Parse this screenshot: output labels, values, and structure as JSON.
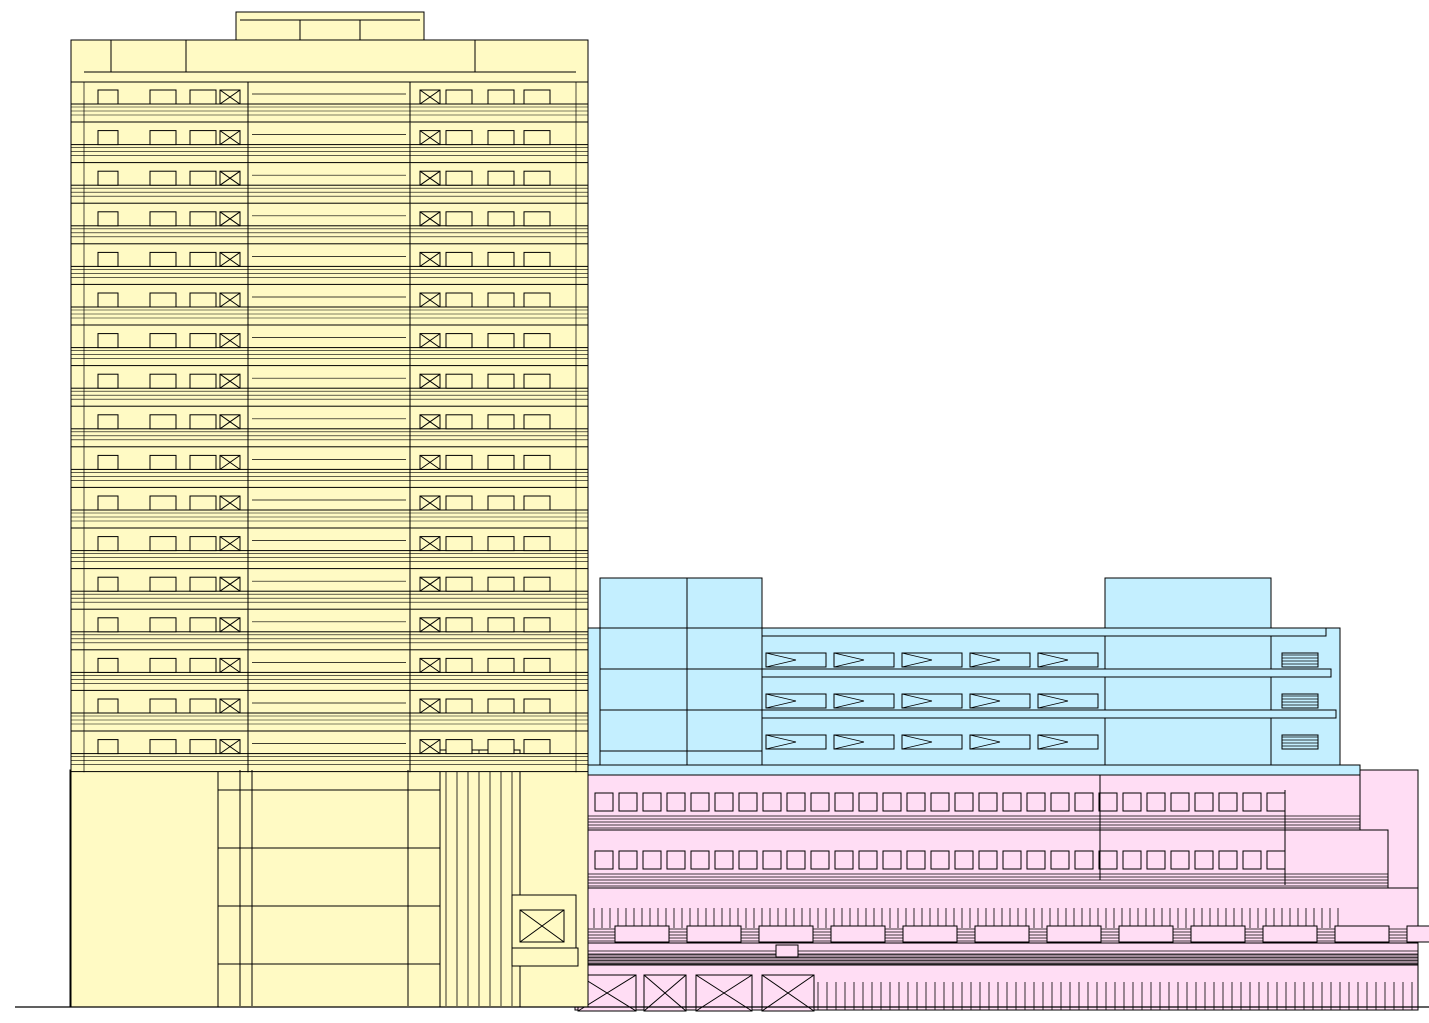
{
  "drawing": {
    "kind": "building-elevation",
    "colors": {
      "tower": "#fffac4",
      "midrise": "#c4efff",
      "podium": "#ffddf4",
      "line": "#000000",
      "background": "#ffffff"
    },
    "tower": {
      "floors": 17,
      "has_rooftop_penthouse": true
    },
    "midrise": {
      "floors": 3,
      "stair_cores": 2
    },
    "podium": {
      "tiers": 4
    },
    "ground_line": true
  }
}
